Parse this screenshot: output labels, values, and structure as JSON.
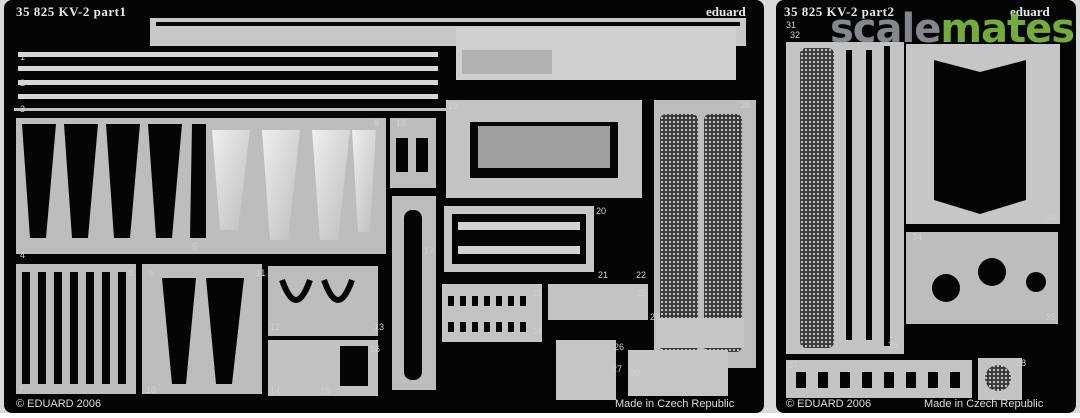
{
  "image": {
    "subject": "photo-etched metal fret sheet",
    "fret1": {
      "title": "35 825 KV-2 part1",
      "brand": "eduard",
      "copyright": "© EDUARD 2006",
      "origin": "Made in Czech Republic"
    },
    "fret2": {
      "title": "35 825 KV-2 part2",
      "brand": "eduard",
      "copyright": "© EDUARD 2006",
      "origin": "Made in Czech Republic"
    },
    "watermark": {
      "part1": "scale",
      "part2": "mates"
    },
    "part_numbers": [
      "1",
      "2",
      "3",
      "4",
      "5",
      "6",
      "7",
      "8",
      "9",
      "10",
      "11",
      "12",
      "13",
      "14",
      "15",
      "16",
      "17",
      "18",
      "19",
      "20",
      "21",
      "22",
      "23",
      "24",
      "25",
      "26",
      "27",
      "28",
      "29",
      "30",
      "31",
      "32",
      "33",
      "34",
      "35",
      "36",
      "37",
      "38"
    ],
    "colors": {
      "metal": "#c9c9c9",
      "metal_light": "#e4e4e4",
      "fret_dark": "#060606",
      "watermark_green": "#7ec13b"
    }
  }
}
